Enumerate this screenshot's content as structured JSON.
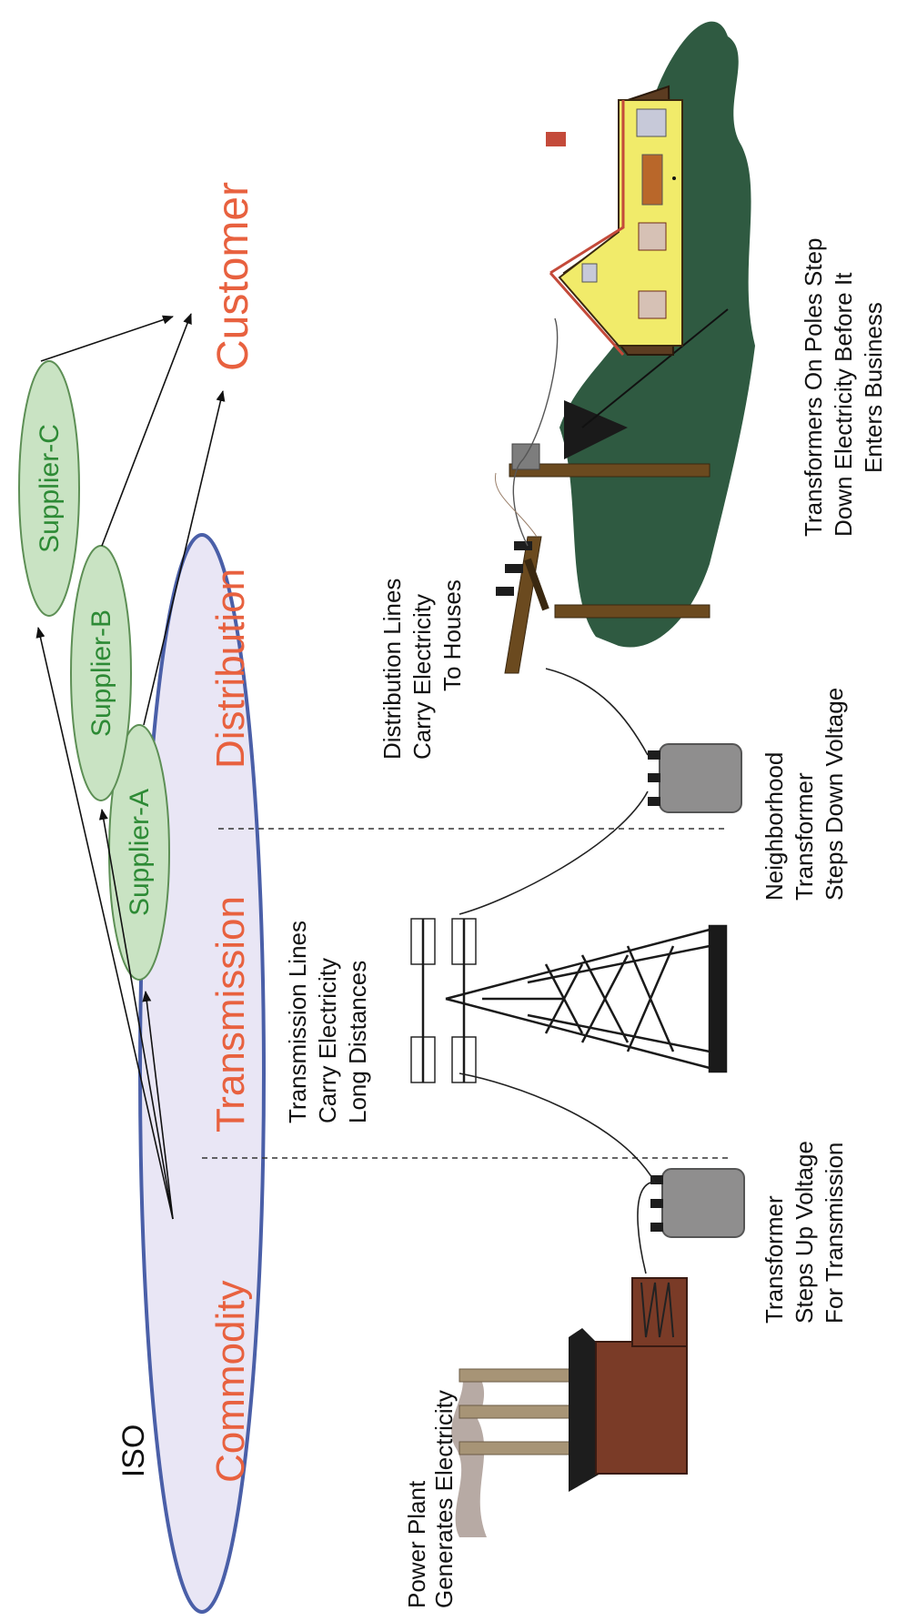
{
  "diagram": {
    "iso_label": "ISO",
    "stages": {
      "commodity": "Commodity",
      "transmission": "Transmission",
      "distribution": "Distribution",
      "customer": "Customer"
    },
    "suppliers": [
      "Supplier-A",
      "Supplier-B",
      "Supplier-C"
    ],
    "captions": {
      "power_plant": [
        "Power Plant",
        "Generates Electricity"
      ],
      "step_up_transformer": [
        "Transformer",
        "Steps Up Voltage",
        "For Transmission"
      ],
      "transmission_lines": [
        "Transmission Lines",
        "Carry Electricity",
        "Long Distances"
      ],
      "neighborhood_transformer": [
        "Neighborhood",
        "Transformer",
        "Steps Down Voltage"
      ],
      "distribution_lines": [
        "Distribution Lines",
        "Carry Electricity",
        "To Houses"
      ],
      "pole_transformers": [
        "Transformers On Poles Step",
        "Down Electricity Before It",
        "Enters  Business"
      ]
    },
    "colors": {
      "stage_label": "#e8613f",
      "supplier_fill": "#c9e3c3",
      "supplier_text": "#2d8a35",
      "ellipse_fill": "#e9e6f5",
      "ellipse_stroke": "#4a5fa8"
    }
  }
}
